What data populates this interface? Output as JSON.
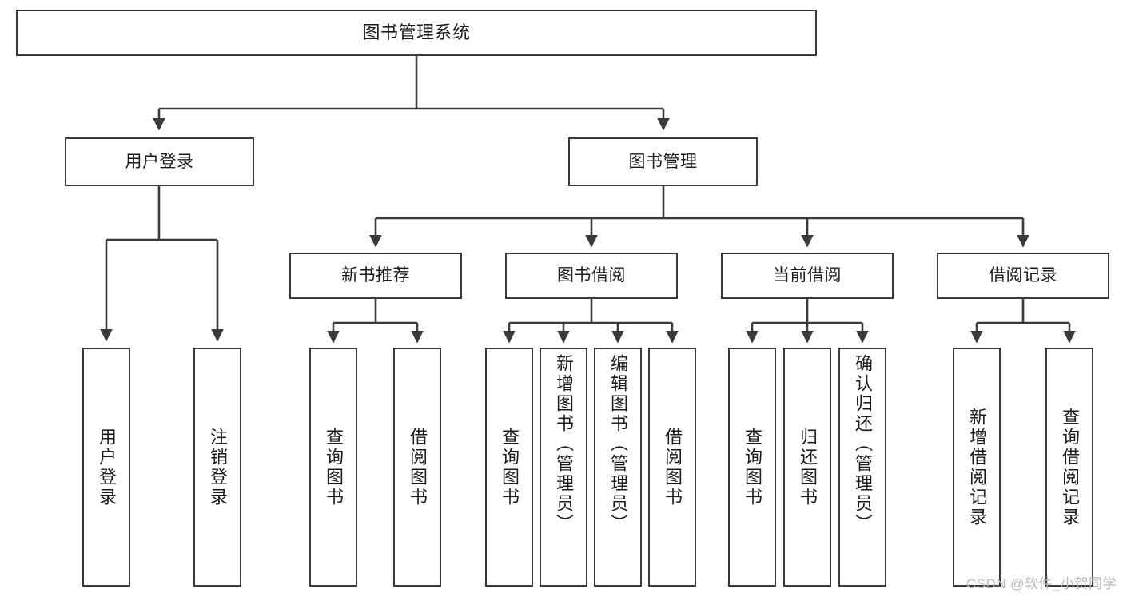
{
  "diagram": {
    "title": "图书管理系统",
    "type": "tree-hierarchy-diagram",
    "root": {
      "label": "图书管理系统"
    },
    "level2": [
      {
        "label": "用户登录"
      },
      {
        "label": "图书管理"
      }
    ],
    "level3": [
      {
        "label": "新书推荐"
      },
      {
        "label": "图书借阅"
      },
      {
        "label": "当前借阅"
      },
      {
        "label": "借阅记录"
      }
    ],
    "leaves": {
      "user_login": [
        {
          "label": "用户登录"
        },
        {
          "label": "注销登录"
        }
      ],
      "new_book_recommend": [
        {
          "label": "查询图书"
        },
        {
          "label": "借阅图书"
        }
      ],
      "book_borrow": [
        {
          "label": "查询图书"
        },
        {
          "label": "新增图书（管理员）"
        },
        {
          "label": "编辑图书（管理员）"
        },
        {
          "label": "借阅图书"
        }
      ],
      "current_borrow": [
        {
          "label": "查询图书"
        },
        {
          "label": "归还图书"
        },
        {
          "label": "确认归还（管理员）"
        }
      ],
      "borrow_record": [
        {
          "label": "新增借阅记录"
        },
        {
          "label": "查询借阅记录"
        }
      ]
    }
  },
  "watermark": {
    "text": "CSDN @软件_小贺同学"
  },
  "colors": {
    "stroke": "#3a3a3a",
    "background": "#ffffff",
    "text": "#1c1c1c",
    "watermark": "#b9b9b9"
  }
}
